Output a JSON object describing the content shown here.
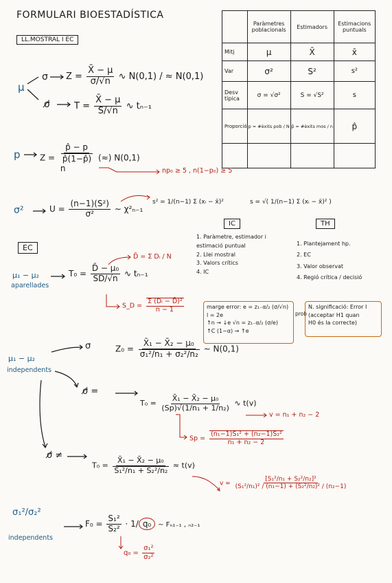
{
  "title": "FORMULARI BIOESTADÍSTICA",
  "section_ll": "LL.MOSTRAL I EC",
  "table": {
    "headers": [
      "",
      "Paràmetres poblacionals",
      "Estimadors",
      "Estimacions puntuals"
    ],
    "rows": [
      {
        "label": "Mitj",
        "param": "μ",
        "estim": "X̄",
        "punt": "x̄"
      },
      {
        "label": "Var",
        "param": "σ²",
        "estim": "S²",
        "punt": "s²"
      },
      {
        "label": "Desv típica",
        "param": "σ = √σ²",
        "estim": "S = √S²",
        "punt": "s"
      },
      {
        "label": "Proporció",
        "param": "p = #èxits pob / N",
        "estim": "p̂ = #èxits mos / n",
        "punt": "p̂"
      }
    ]
  },
  "mu_block": {
    "mu": "μ",
    "known": "σ",
    "z_left": "Z =",
    "z_num": "X̄ − μ",
    "z_den": "σ/√n",
    "z_dist": "∿ N(0,1) / ≈ N(0,1)",
    "unknown": "σ̸",
    "t_left": "T =",
    "t_num": "X̄ − μ",
    "t_den": "S/√n",
    "t_dist": "∿ tₙ₋₁"
  },
  "p_block": {
    "p": "p",
    "z_left": "Z =",
    "z_num": "p̂ − p",
    "z_den_sqrt": "p̂(1−p̂)",
    "z_den_n": "n",
    "z_dist": "(≈) N(0,1)",
    "condition": "np₀ ≥ 5 , n(1−p₀) ≥ 5"
  },
  "var_block": {
    "sigma2": "σ²",
    "u_left": "U =",
    "u_num": "(n−1)(S²)",
    "u_den": "σ²",
    "u_dist": "∼ χ²ₙ₋₁",
    "s2_formula": "s² = 1/(n−1) Σ (xᵢ − x̄)²",
    "s_formula": "s = √( 1/(n−1) Σ (xᵢ − x̄)² )"
  },
  "ic_box": {
    "label": "IC",
    "items": [
      "1. Paràmetre, estimador i estimació puntual",
      "2. Llei mostral",
      "3. Valors crítics",
      "4. IC"
    ],
    "margin_lines": [
      "marge error: e = z₁₋α/₂ (σ/√n)",
      "l = 2e",
      "↑n → ↓e   √n = z₁₋α/₂ (σ/e)",
      "↑C (1−α) → ↑e"
    ]
  },
  "th_box": {
    "label": "TH",
    "items": [
      "1. Plantejament hp.",
      "2. EC",
      "3. Valor observat",
      "4. Regió crítica / decisió"
    ],
    "note_lines": [
      "N. significació: Error I",
      "(acceptar H1 quan",
      "H0 és la correcte)"
    ],
    "note_prefix": "prob"
  },
  "ec_block": {
    "label": "EC",
    "paired_label": "μ₁ − μ₂",
    "paired_sub": "aparellades",
    "t0_left": "T₀ =",
    "t0_num": "D̄ − μ₀",
    "t0_den": "SD/√n",
    "t0_dist": "∿ tₙ₋₁",
    "dbar": "D̄ = Σ Dᵢ / N",
    "sd_left": "S_D =",
    "sd_num": "Σ (Dᵢ − D̄)²",
    "sd_den": "n − 1"
  },
  "indep_block": {
    "label": "μ₁ − μ₂",
    "sub": "independents",
    "known": "σ",
    "z0_left": "Z₀ =",
    "z0_num": "X̄₁ − X̄₂ − μ₀",
    "z0_den": "σ₁²/n₁ + σ₂²/n₂",
    "z0_dist": "∼ N(0,1)",
    "eq_mark": "σ̸ =",
    "t0_left": "T₀ =",
    "t0_num": "X̄₁ − X̄₂ − μ₀",
    "t0_den": "(Sp)√(1/n₁ + 1/n₂)",
    "t0_dist": "∿ t(v)",
    "v_eq": "v = n₁ + n₂ − 2",
    "sp_left": "Sp =",
    "sp_num": "(n₁−1)S₁² + (n₂−1)S₂²",
    "sp_den": "n₁ + n₂ − 2",
    "neq_mark": "σ̸ ≠",
    "t0b_left": "T₀ =",
    "t0b_num": "X̄₁ − X̄₂ − μ₀",
    "t0b_den": "S₁²/n₁ + S₂²/n₂",
    "t0b_dist": "≈ t(v)",
    "v_approx": "v ≈",
    "v_num": "[S₁²/n₁ + S₂²/n₂]²",
    "v_den_a": "(S₁²/n₁)² / (n₁−1)",
    "v_den_b": "(S₂²/n₂)² / (n₂−1)"
  },
  "ratio_block": {
    "label": "σ₁²/σ₂²",
    "sub": "independents",
    "f_left": "F₀ =",
    "f_num": "S₁²",
    "f_den": "S₂²",
    "f_mult": "· 1/",
    "f_q": "q₀",
    "f_dist": "∼ Fₙ₁₋₁ , ₙ₂₋₁",
    "q0_left": "q₀ =",
    "q0_num": "σ₁²",
    "q0_den": "σ₂²"
  },
  "colors": {
    "ink": "#1a1a1a",
    "blue": "#1d5a86",
    "red": "#b51c12",
    "paper": "#fbfaf6"
  }
}
